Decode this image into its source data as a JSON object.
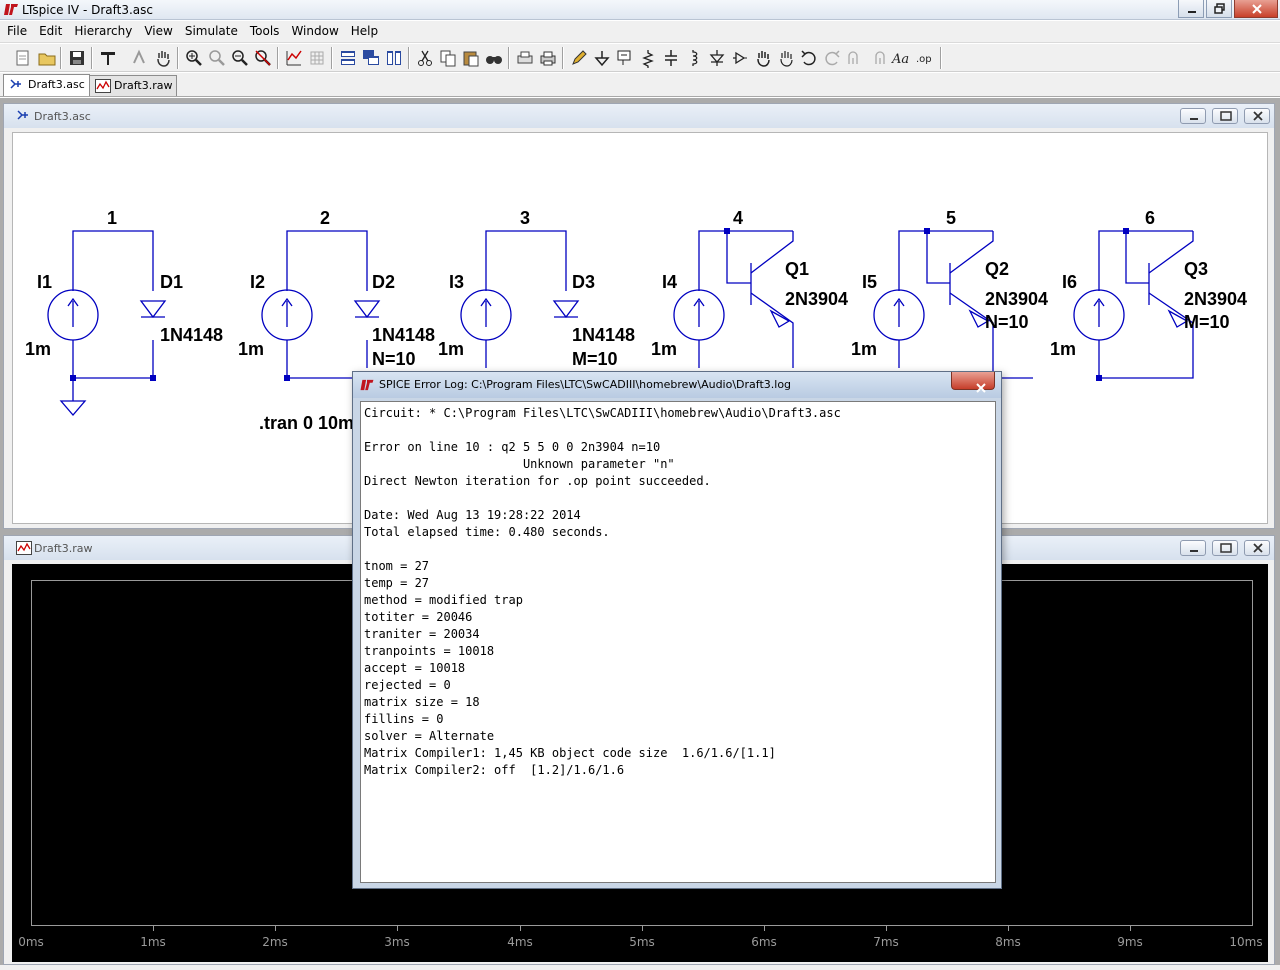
{
  "window": {
    "title": "LTspice IV - Draft3.asc",
    "controls": [
      "minimize",
      "restore",
      "close"
    ]
  },
  "menubar": {
    "items": [
      "File",
      "Edit",
      "Hierarchy",
      "View",
      "Simulate",
      "Tools",
      "Window",
      "Help"
    ]
  },
  "toolbar": {
    "icons": [
      "new-schematic",
      "open",
      "save",
      "control-panel",
      "run",
      "halt",
      "zoom-in",
      "pan",
      "zoom-out",
      "zoom-full",
      "autorange",
      "tile-horizontal",
      "cascade",
      "tile-vertical",
      "cut",
      "copy",
      "paste",
      "find",
      "print-setup",
      "print",
      "wire",
      "ground",
      "label-net",
      "resistor",
      "capacitor",
      "inductor",
      "diode",
      "component",
      "move",
      "drag",
      "undo",
      "redo",
      "rotate",
      "mirror",
      "text",
      "spice-directive"
    ]
  },
  "tabs": [
    {
      "label": "Draft3.asc",
      "active": true
    },
    {
      "label": "Draft3.raw",
      "active": false
    }
  ],
  "schematic": {
    "title": "Draft3.asc",
    "nets": [
      "1",
      "2",
      "3",
      "4",
      "5",
      "6"
    ],
    "sources": [
      {
        "name": "I1",
        "value": "1m"
      },
      {
        "name": "I2",
        "value": "1m"
      },
      {
        "name": "I3",
        "value": "1m"
      },
      {
        "name": "I4",
        "value": "1m"
      },
      {
        "name": "I5",
        "value": "1m"
      },
      {
        "name": "I6",
        "value": "1m"
      }
    ],
    "diodes": [
      {
        "name": "D1",
        "model": "1N4148",
        "param": ""
      },
      {
        "name": "D2",
        "model": "1N4148",
        "param": "N=10"
      },
      {
        "name": "D3",
        "model": "1N4148",
        "param": "M=10"
      }
    ],
    "transistors": [
      {
        "name": "Q1",
        "model": "2N3904",
        "param": ""
      },
      {
        "name": "Q2",
        "model": "2N3904",
        "param": "N=10"
      },
      {
        "name": "Q3",
        "model": "2N3904",
        "param": "M=10"
      }
    ],
    "directive": ".tran 0 10m"
  },
  "waveform": {
    "title": "Draft3.raw",
    "x_ticks": [
      "0ms",
      "1ms",
      "2ms",
      "3ms",
      "4ms",
      "5ms",
      "6ms",
      "7ms",
      "8ms",
      "9ms",
      "10ms"
    ]
  },
  "error_log": {
    "title": "SPICE Error Log: C:\\Program Files\\LTC\\SwCADIII\\homebrew\\Audio\\Draft3.log",
    "lines": [
      "Circuit: * C:\\Program Files\\LTC\\SwCADIII\\homebrew\\Audio\\Draft3.asc",
      "",
      "Error on line 10 : q2 5 5 0 0 2n3904 n=10",
      "                      Unknown parameter \"n\"",
      "Direct Newton iteration for .op point succeeded.",
      "",
      "Date: Wed Aug 13 19:28:22 2014",
      "Total elapsed time: 0.480 seconds.",
      "",
      "tnom = 27",
      "temp = 27",
      "method = modified trap",
      "totiter = 20046",
      "traniter = 20034",
      "tranpoints = 10018",
      "accept = 10018",
      "rejected = 0",
      "matrix size = 18",
      "fillins = 0",
      "solver = Alternate",
      "Matrix Compiler1: 1,45 KB object code size  1.6/1.6/[1.1]",
      "Matrix Compiler2: off  [1.2]/1.6/1.6"
    ]
  },
  "colors": {
    "wire": "#0000c0",
    "plot_background": "#000000",
    "plot_axis": "#9a9a9a",
    "titlebar": "#dfe7f1"
  }
}
